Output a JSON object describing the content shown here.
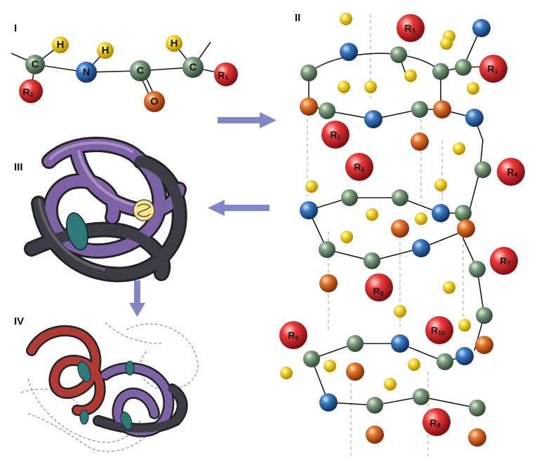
{
  "panels": {
    "p1": {
      "label": "I"
    },
    "p2": {
      "label": "II"
    },
    "p3": {
      "label": "III"
    },
    "p4": {
      "label": "IV"
    }
  },
  "chain": {
    "c1": "C",
    "h1": "H",
    "r2": "R",
    "r2_sub": "2",
    "n": "N",
    "h2": "H",
    "c2": "C",
    "o": "O",
    "c3": "C",
    "h3": "H",
    "r1": "R",
    "r1_sub": "1"
  },
  "helix_r": {
    "r3": {
      "main": "R",
      "sub": "3"
    },
    "r1": {
      "main": "R",
      "sub": "1"
    },
    "r2": {
      "main": "R",
      "sub": "2"
    },
    "r6": {
      "main": "R",
      "sub": "6"
    },
    "r4": {
      "main": "R",
      "sub": "4"
    },
    "r7": {
      "main": "R",
      "sub": "7"
    },
    "r5": {
      "main": "R",
      "sub": "5"
    },
    "r9": {
      "main": "R",
      "sub": "9"
    },
    "r10": {
      "main": "R",
      "sub": "10"
    },
    "r8": {
      "main": "R",
      "sub": "8"
    }
  },
  "colors": {
    "carbon": "#4f7a5f",
    "nitrogen": "#1f5fa8",
    "oxygen": "#d9621f",
    "hydrogen": "#f2d21b",
    "r_group": "#e0262c",
    "arrow": "#7f88c4",
    "tube_purple": "#7e62a6",
    "tube_dark": "#3a3a40",
    "tube_red": "#b23a35",
    "heme": "#2f7a78"
  }
}
